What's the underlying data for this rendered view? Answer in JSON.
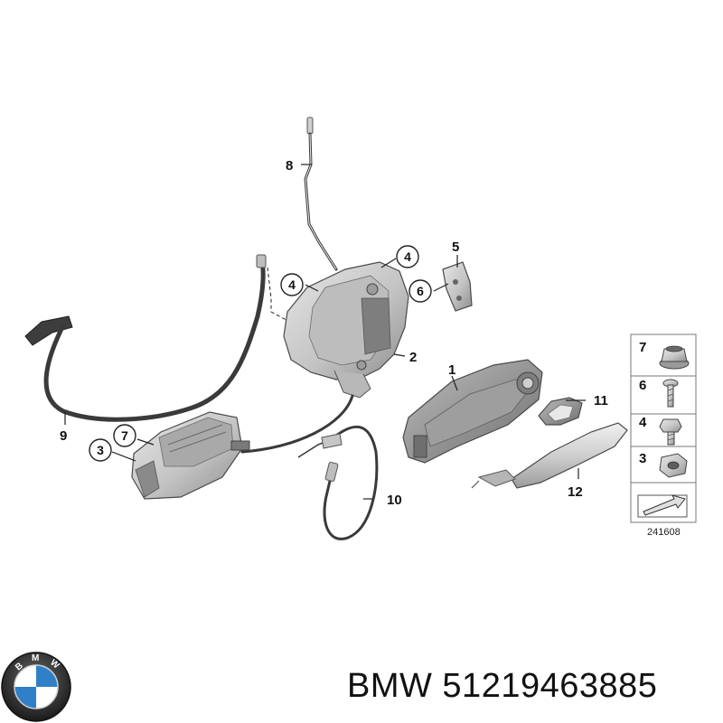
{
  "diagram": {
    "callouts": {
      "c1": "1",
      "c2": "2",
      "c3": "3",
      "c4a": "4",
      "c4b": "4",
      "c5": "5",
      "c6": "6",
      "c7": "7",
      "c8": "8",
      "c9": "9",
      "c10": "10",
      "c11": "11",
      "c12": "12"
    },
    "legend": {
      "items": [
        {
          "number": "7",
          "icon": "flange-nut-icon"
        },
        {
          "number": "6",
          "icon": "torx-screw-icon"
        },
        {
          "number": "4",
          "icon": "hex-bolt-icon"
        },
        {
          "number": "3",
          "icon": "hex-nut-icon"
        }
      ],
      "diagram_code": "241608"
    }
  },
  "footer": {
    "brand_logo": "BMW",
    "part_label": "BMW 51219463885"
  },
  "colors": {
    "part_fill": "#d2d2d2",
    "part_shade": "#9a9a9a",
    "line": "#222222"
  }
}
